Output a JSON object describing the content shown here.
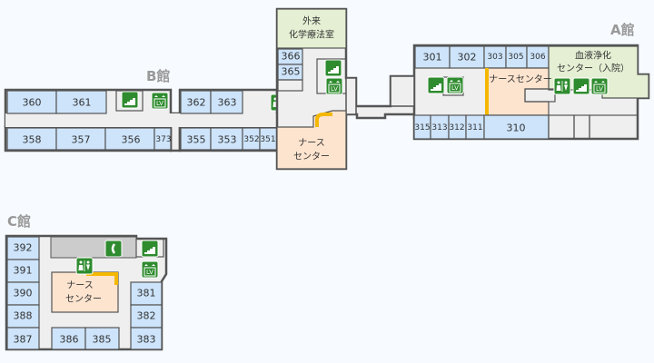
{
  "buildings": {
    "A": {
      "label": "A館"
    },
    "B": {
      "label": "B館"
    },
    "C": {
      "label": "C館"
    }
  },
  "outpatient_chemo": {
    "line1": "外来",
    "line2": "化学療法室"
  },
  "dialysis": {
    "line1": "血液浄化",
    "line2": "センター（入院）"
  },
  "nurse_stations": {
    "center": {
      "line1": "ナース",
      "line2": "センター"
    },
    "a": {
      "label": "ナースセンター"
    },
    "c": {
      "line1": "ナース",
      "line2": "センター"
    }
  },
  "rooms": {
    "r360": "360",
    "r361": "361",
    "r358": "358",
    "r357": "357",
    "r356": "356",
    "r373": "373",
    "r362": "362",
    "r363": "363",
    "r355": "355",
    "r353": "353",
    "r352": "352",
    "r351": "351",
    "r366": "366",
    "r365": "365",
    "r301": "301",
    "r302": "302",
    "r303": "303",
    "r305": "305",
    "r306": "306",
    "r315": "315",
    "r313": "313",
    "r312": "312",
    "r311": "311",
    "r310": "310",
    "r392": "392",
    "r391": "391",
    "r390": "390",
    "r388": "388",
    "r387": "387",
    "r386": "386",
    "r385": "385",
    "r381": "381",
    "r382": "382",
    "r383": "383"
  },
  "icons": {
    "stairs": "stairs-icon",
    "elevator": "elevator-icon",
    "restroom": "restroom-icon",
    "phone": "phone-icon"
  },
  "colors": {
    "room": "#cde4fb",
    "nurse": "#fde4cf",
    "special": "#e4efd3",
    "icon": "#2e8b2e",
    "nurse_bar": "#f5b800"
  }
}
